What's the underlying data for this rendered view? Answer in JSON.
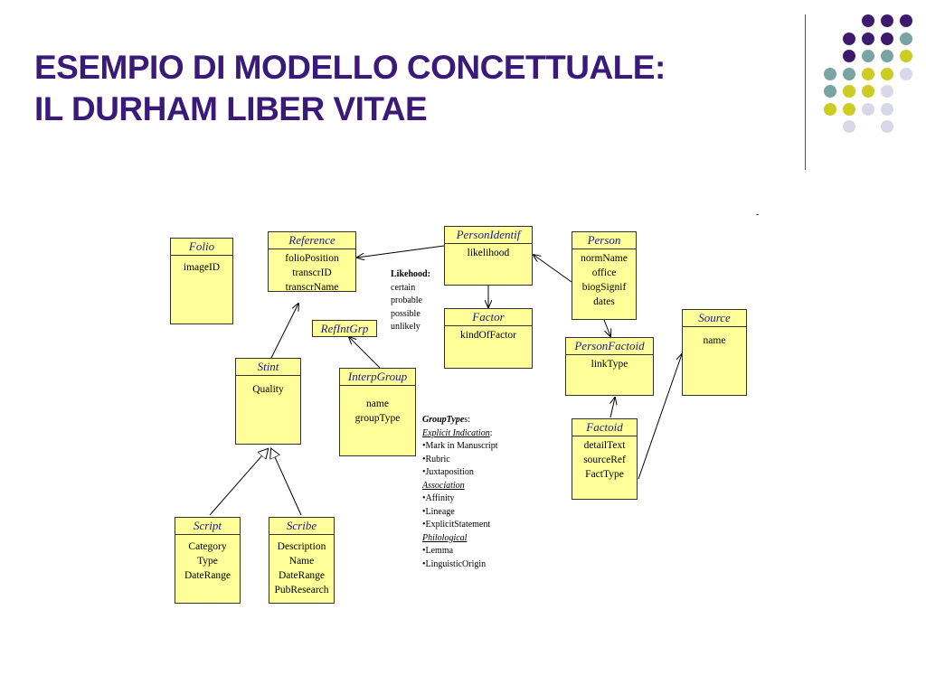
{
  "slide": {
    "title_line1": "ESEMPIO DI MODELLO CONCETTUALE:",
    "title_line2": "IL DURHAM LIBER VITAE"
  },
  "colors": {
    "title": "#3a1a78",
    "dot_purple": "#3d1a6e",
    "dot_teal": "#7aa3a3",
    "dot_yellow": "#cccc22",
    "dot_lavender": "#d8d8e8",
    "entity_fill": "#ffff99"
  },
  "entities": {
    "folio": {
      "name": "Folio",
      "attrs": [
        "imageID"
      ]
    },
    "reference": {
      "name": "Reference",
      "attrs": [
        "folioPosition",
        "transcrID",
        "transcrName"
      ]
    },
    "person_identif": {
      "name": "PersonIdentif",
      "attrs": [
        "likelihood"
      ]
    },
    "person": {
      "name": "Person",
      "attrs": [
        "normName",
        "office",
        "biogSignif",
        "dates"
      ]
    },
    "factor": {
      "name": "Factor",
      "attrs": [
        "kindOfFactor"
      ]
    },
    "ref_int_grp": {
      "name": "RefIntGrp",
      "attrs": []
    },
    "person_factoid": {
      "name": "PersonFactoid",
      "attrs": [
        "linkType"
      ]
    },
    "source": {
      "name": "Source",
      "attrs": [
        "name"
      ]
    },
    "stint": {
      "name": "Stint",
      "attrs": [
        "Quality"
      ]
    },
    "interp_group": {
      "name": "InterpGroup",
      "attrs": [
        "name",
        "groupType"
      ]
    },
    "factoid": {
      "name": "Factoid",
      "attrs": [
        "detailText",
        "sourceRef",
        "FactType"
      ]
    },
    "script": {
      "name": "Script",
      "attrs": [
        "Category",
        "Type",
        "DateRange"
      ]
    },
    "scribe": {
      "name": "Scribe",
      "attrs": [
        "Description",
        "Name",
        "DateRange",
        "PubResearch"
      ]
    }
  },
  "likelihood_note": {
    "heading": "Likehood:",
    "values": [
      "certain",
      "probable",
      "possible",
      "unlikely"
    ]
  },
  "grouptype_note": {
    "heading": "GroupType",
    "heading_tail": "s:",
    "sections": [
      {
        "label": "Explicit Indication",
        "label_tail": ":",
        "items": [
          "•Mark in Manuscript",
          "•Rubric",
          "•Juxtaposition"
        ]
      },
      {
        "label": "Association",
        "label_tail": "",
        "items": [
          "•Affinity",
          "•Lineage",
          "•ExplicitStatement"
        ]
      },
      {
        "label": "Philological",
        "label_tail": "",
        "items": [
          "•Lemma",
          "•LinguisticOrigin"
        ]
      }
    ]
  },
  "tick_mark": "-"
}
